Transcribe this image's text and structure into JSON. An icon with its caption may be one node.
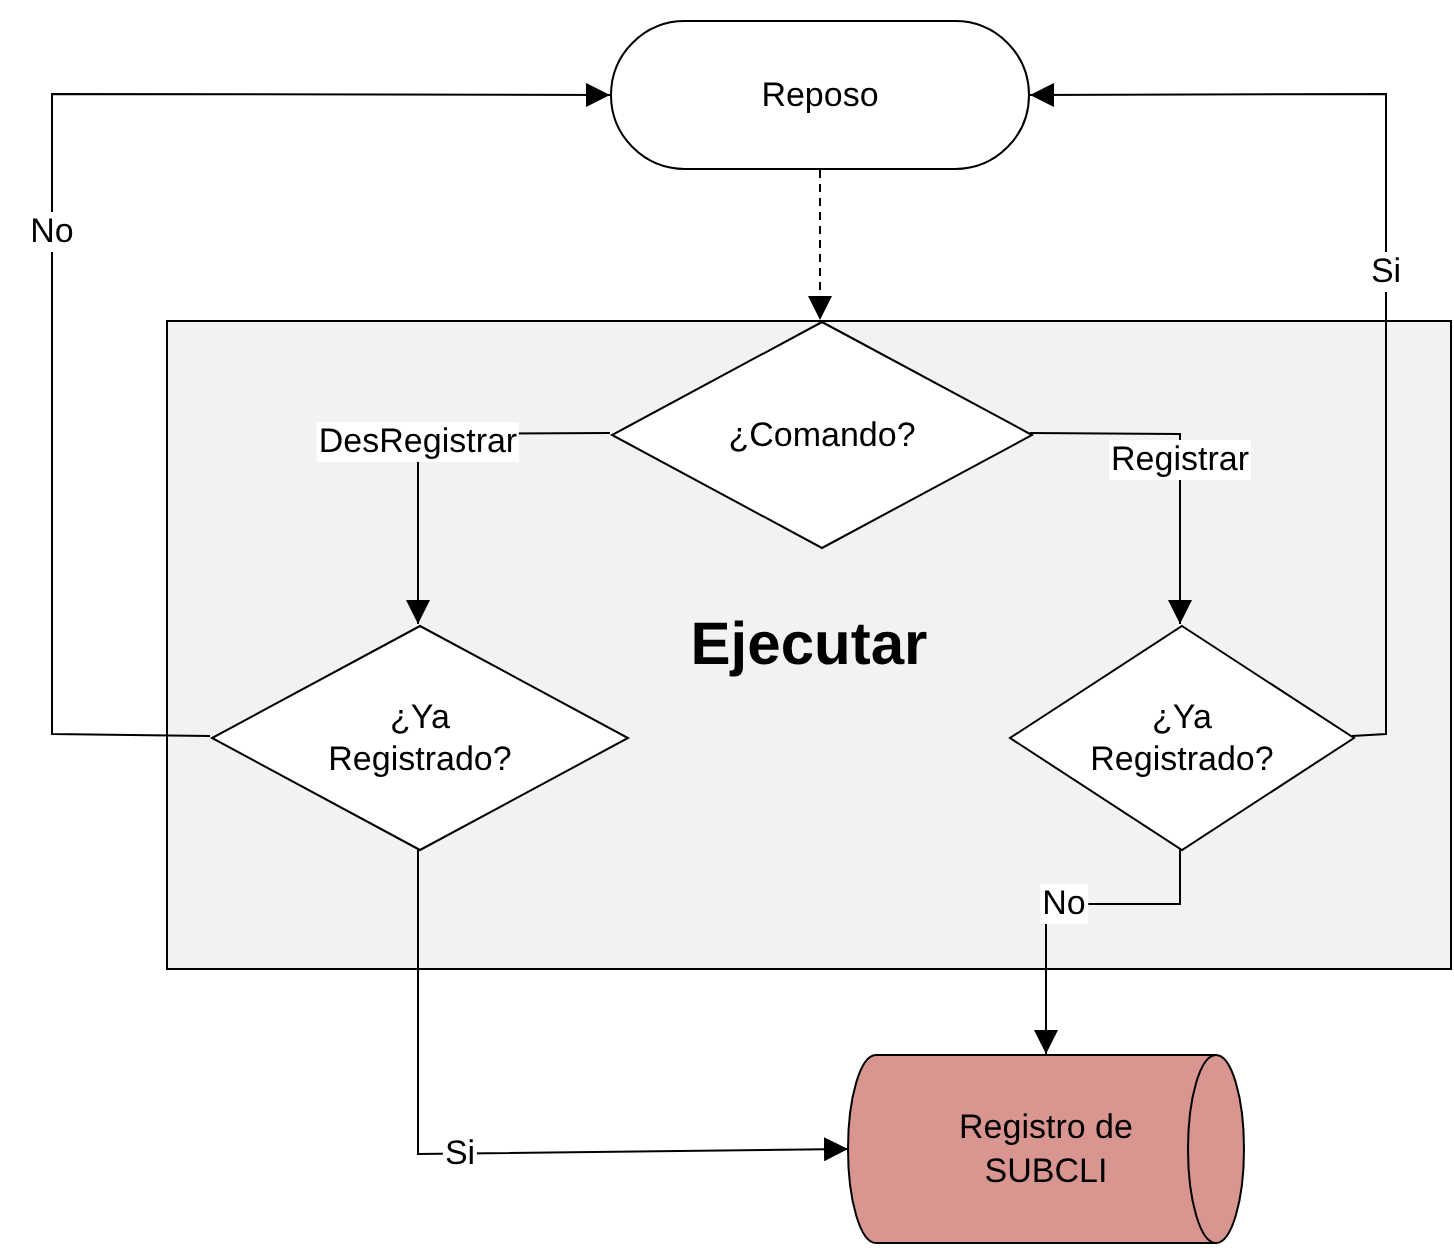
{
  "diagram": {
    "nodes": [
      {
        "text": [
          "Reposo"
        ]
      },
      {
        "text": [
          "Ejecutar"
        ]
      },
      {
        "text": [
          "¿Comando?"
        ],
        "in": 1
      },
      {
        "text": [
          "¿Ya Registrado?"
        ],
        "in": 1
      },
      {
        "text": [
          "¿Ya Registrado?"
        ],
        "in": 1
      },
      {
        "text": [
          "Registro de SUBCLI"
        ]
      }
    ],
    "edges": [
      {
        "from": 0,
        "to": 2,
        "arrow": "to",
        "style": "dashed"
      },
      {
        "from": 2,
        "to": 3,
        "arrow": "to",
        "label": "DesRegistrar"
      },
      {
        "from": 2,
        "to": 4,
        "arrow": "to",
        "label": "Registrar"
      },
      {
        "from": 3,
        "to": 0,
        "arrow": "to",
        "label": "No"
      },
      {
        "from": 4,
        "to": 0,
        "arrow": "to",
        "label": "Si"
      },
      {
        "from": 4,
        "to": 5,
        "arrow": "to",
        "label": "No"
      },
      {
        "from": 3,
        "to": 5,
        "arrow": "to",
        "label": "Si"
      }
    ]
  }
}
